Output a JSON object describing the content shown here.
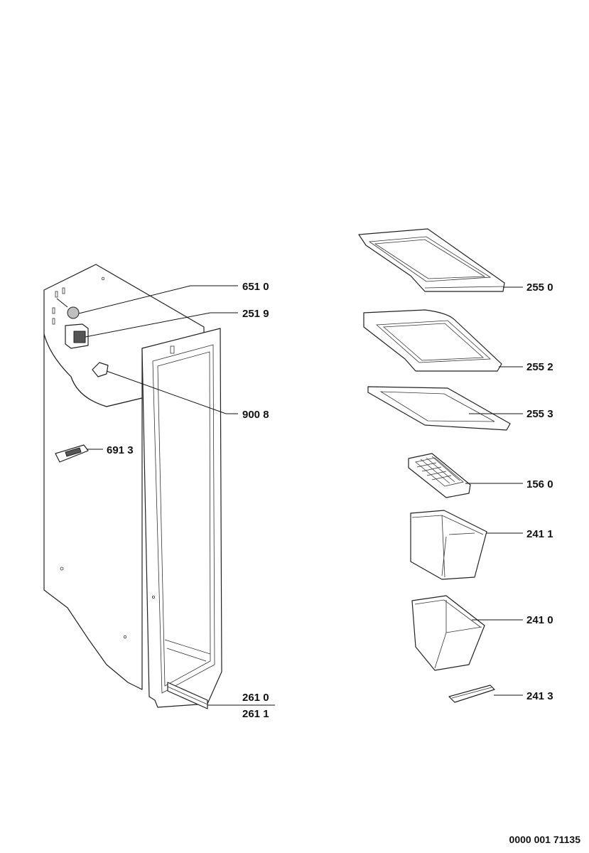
{
  "callouts": {
    "c6510": "651 0",
    "c2519": "251 9",
    "c9008": "900 8",
    "c6913": "691 3",
    "c2610": "261 0",
    "c2611": "261 1",
    "c2550": "255 0",
    "c2552": "255 2",
    "c2553": "255 3",
    "c1560": "156 0",
    "c2411": "241 1",
    "c2410": "241 0",
    "c2413": "241 3"
  },
  "document_number": "0000 001 71135"
}
